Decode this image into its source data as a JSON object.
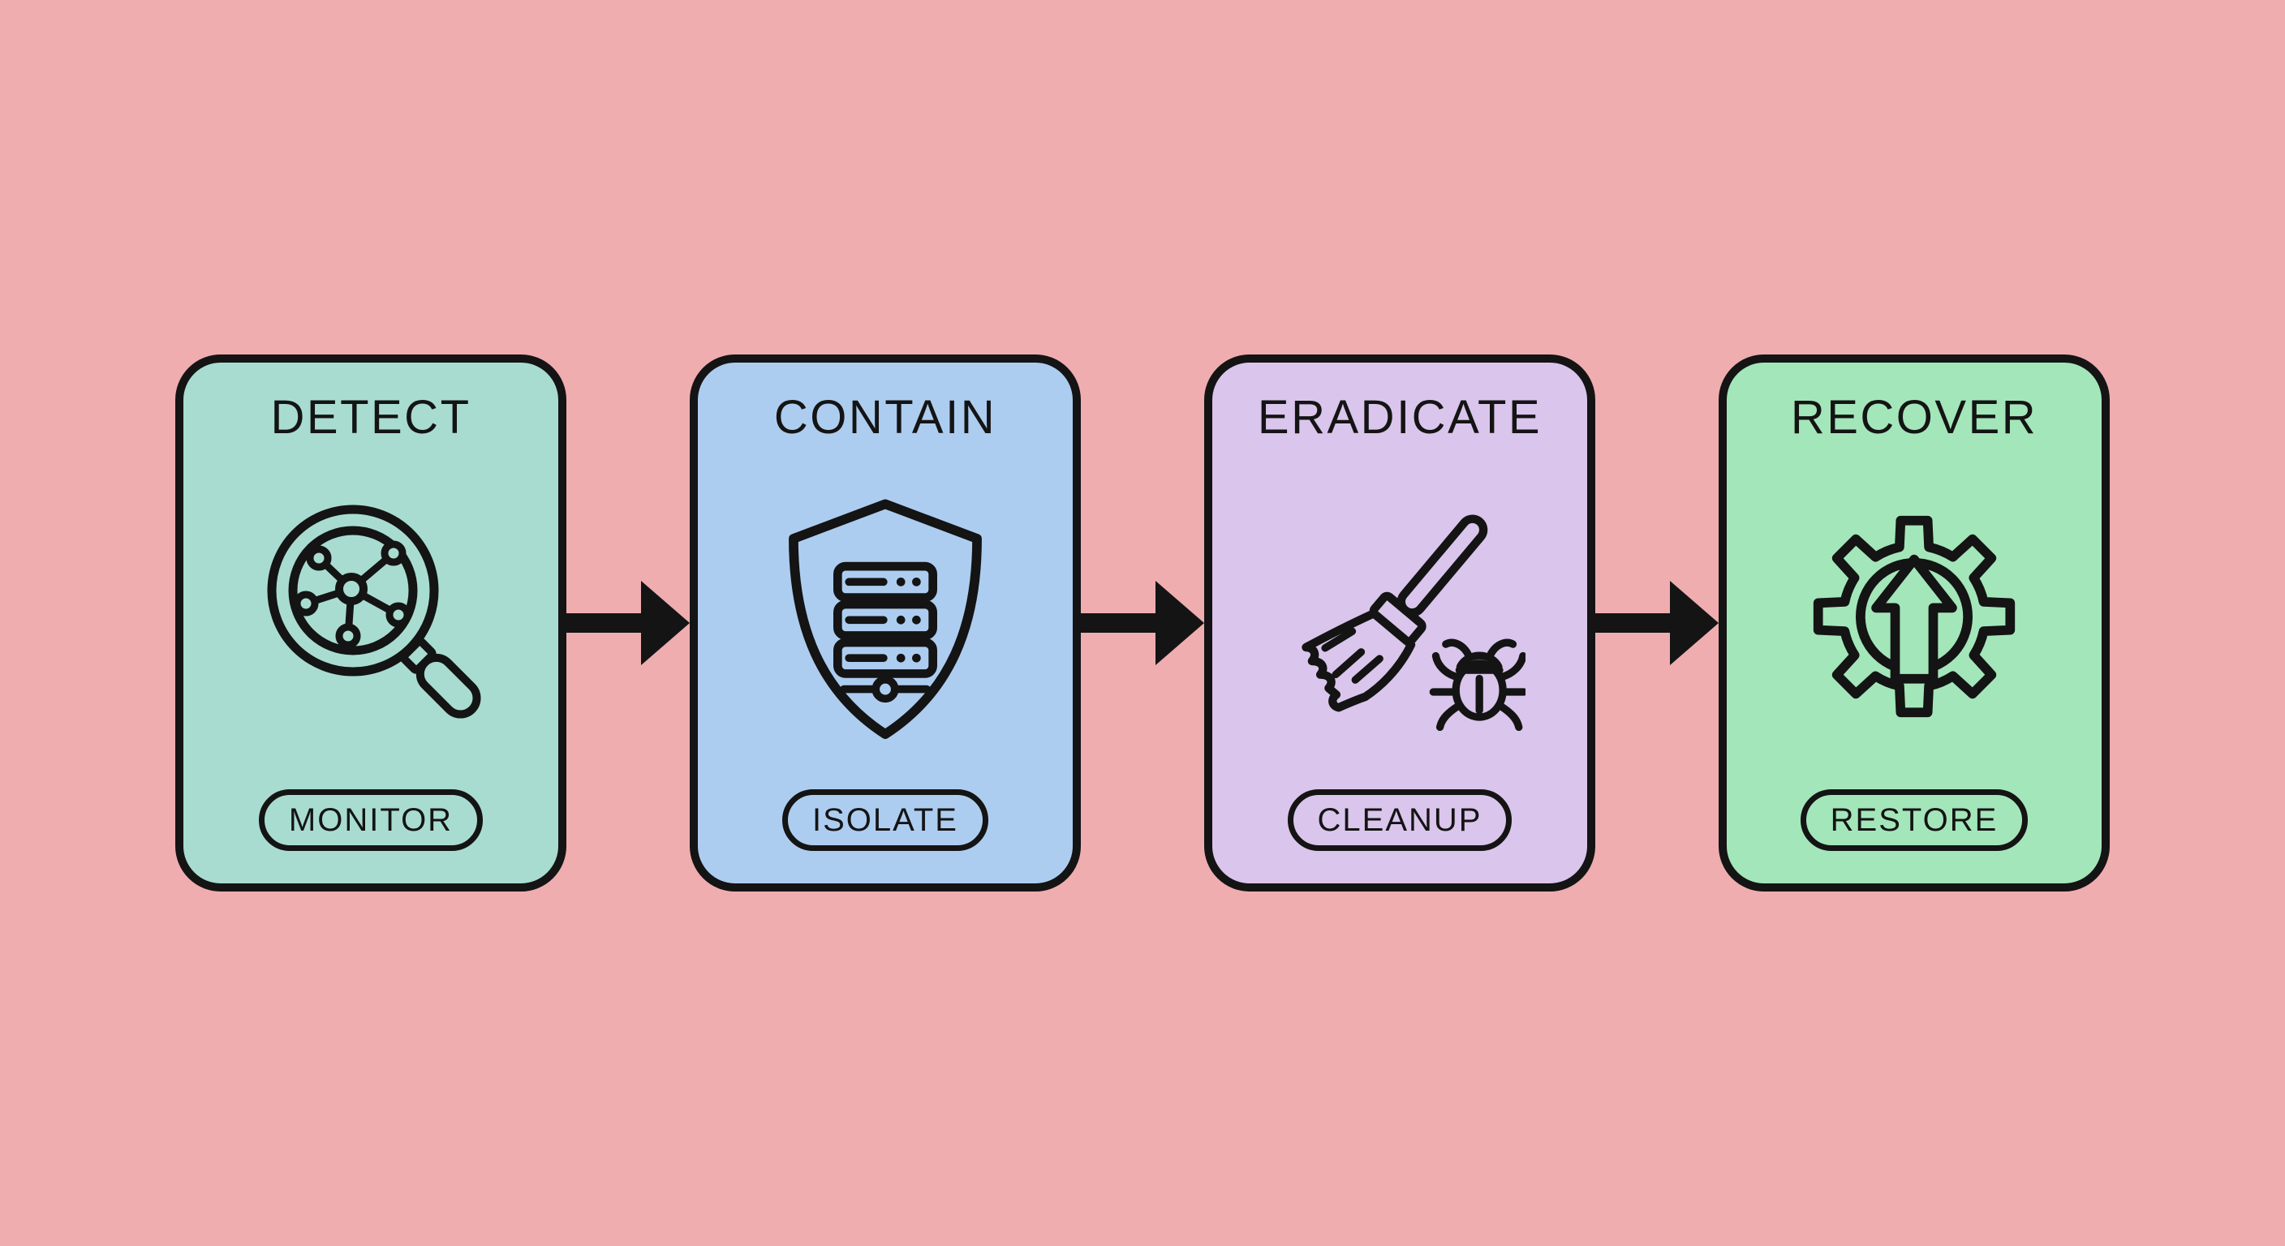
{
  "colors": {
    "background": "#efadb0",
    "ink": "#141414"
  },
  "steps": [
    {
      "title": "DETECT",
      "badge": "MONITOR",
      "icon": "magnifier-network-icon",
      "card_color": "#a8dcd0"
    },
    {
      "title": "CONTAIN",
      "badge": "ISOLATE",
      "icon": "shield-server-icon",
      "card_color": "#adcdf0"
    },
    {
      "title": "ERADICATE",
      "badge": "CLEANUP",
      "icon": "broom-bug-icon",
      "card_color": "#dac5ec"
    },
    {
      "title": "RECOVER",
      "badge": "RESTORE",
      "icon": "gear-up-arrow-icon",
      "card_color": "#a3e6ba"
    }
  ],
  "connectors": [
    {
      "icon": "arrow-right"
    },
    {
      "icon": "arrow-right"
    },
    {
      "icon": "arrow-right"
    }
  ]
}
